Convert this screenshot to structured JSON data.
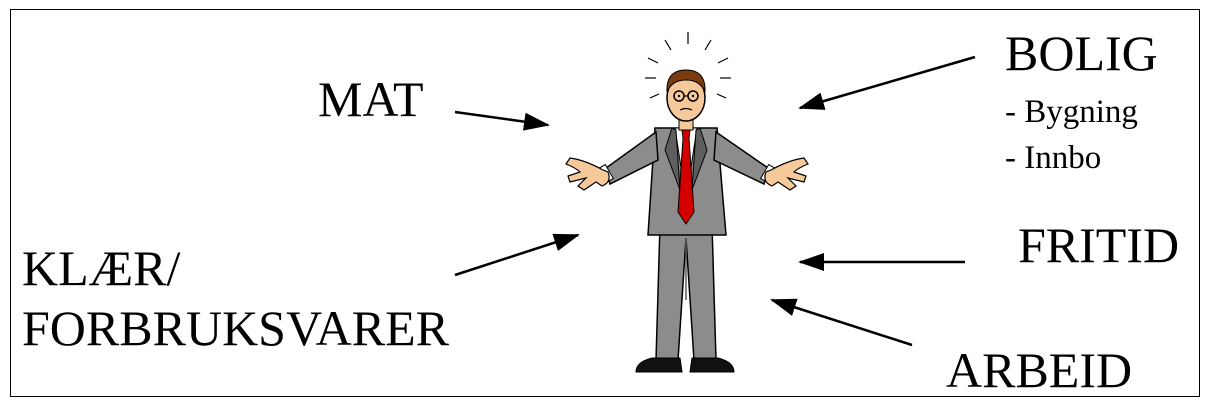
{
  "labels": {
    "mat": "MAT",
    "bolig": "BOLIG",
    "bolig_sub1": "- Bygning",
    "bolig_sub2": "- Innbo",
    "klaer": "KLÆR/",
    "forbruksvarer": "FORBRUKSVARER",
    "fritid": "FRITID",
    "arbeid": "ARBEID"
  },
  "figure": {
    "name": "puzzled-businessman",
    "colors": {
      "suit": "#8c8c8c",
      "suit_dark": "#5e5e5e",
      "tie": "#d40000",
      "skin": "#f6c99a",
      "hair": "#7a3b10"
    }
  }
}
